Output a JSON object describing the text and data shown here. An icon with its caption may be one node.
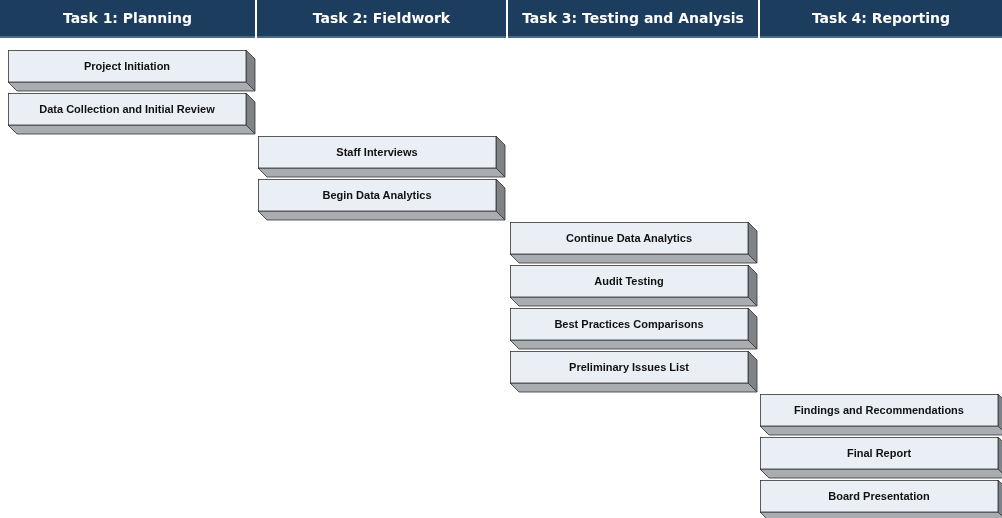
{
  "diagram": {
    "nodes": [
      {
        "text": [
          "Task 1: Planning"
        ]
      },
      {
        "text": [
          "Task 2: Fieldwork"
        ]
      },
      {
        "text": [
          "Task 3: Testing and Analysis"
        ]
      },
      {
        "text": [
          "Task 4: Reporting"
        ]
      },
      {
        "text": [
          "Project Initiation"
        ]
      },
      {
        "text": [
          "Data Collection and Initial Review"
        ]
      },
      {
        "text": [
          "Staff Interviews"
        ]
      },
      {
        "text": [
          "Begin Data Analytics"
        ]
      },
      {
        "text": [
          "Continue Data Analytics"
        ]
      },
      {
        "text": [
          "Audit Testing"
        ]
      },
      {
        "text": [
          "Best Practices Comparisons"
        ]
      },
      {
        "text": [
          "Preliminary Issues List"
        ]
      },
      {
        "text": [
          "Findings and Recommendations"
        ]
      },
      {
        "text": [
          "Final Report"
        ]
      },
      {
        "text": [
          "Board Presentation"
        ]
      }
    ]
  }
}
